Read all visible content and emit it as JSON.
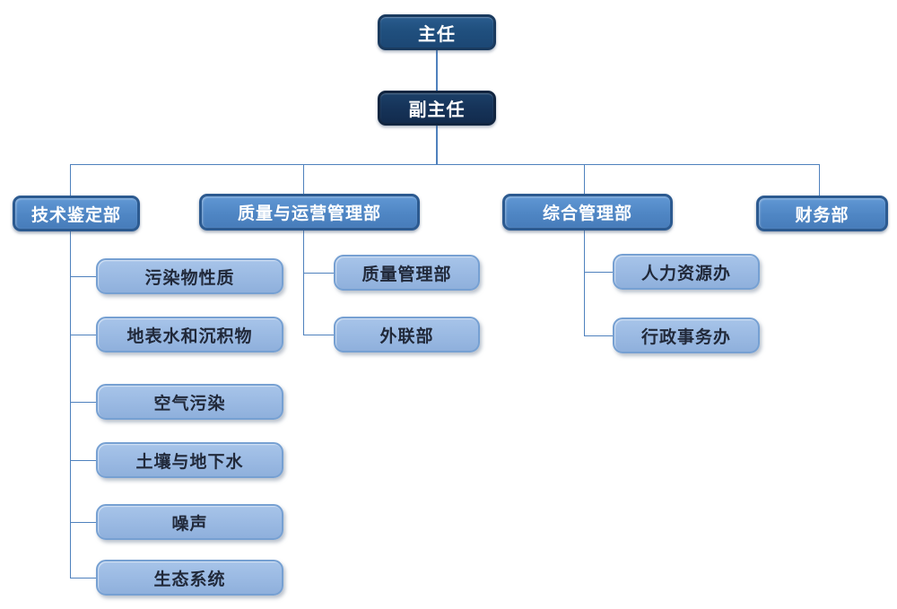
{
  "org_chart": {
    "director": {
      "label": "主任"
    },
    "deputy_director": {
      "label": "副主任"
    },
    "departments": [
      {
        "label": "技术鉴定部",
        "children": [
          {
            "label": "污染物性质"
          },
          {
            "label": "地表水和沉积物"
          },
          {
            "label": "空气污染"
          },
          {
            "label": "土壤与地下水"
          },
          {
            "label": "噪声"
          },
          {
            "label": "生态系统"
          }
        ]
      },
      {
        "label": "质量与运营管理部",
        "children": [
          {
            "label": "质量管理部"
          },
          {
            "label": "外联部"
          }
        ]
      },
      {
        "label": "综合管理部",
        "children": [
          {
            "label": "人力资源办"
          },
          {
            "label": "行政事务办"
          }
        ]
      },
      {
        "label": "财务部",
        "children": []
      }
    ],
    "colors": {
      "executive_fill": "#20507f",
      "deputy_fill": "#16345a",
      "department_fill": "#4f86c4",
      "sub_department_fill": "#9bbae3",
      "connector_line": "#4f81bd"
    }
  }
}
